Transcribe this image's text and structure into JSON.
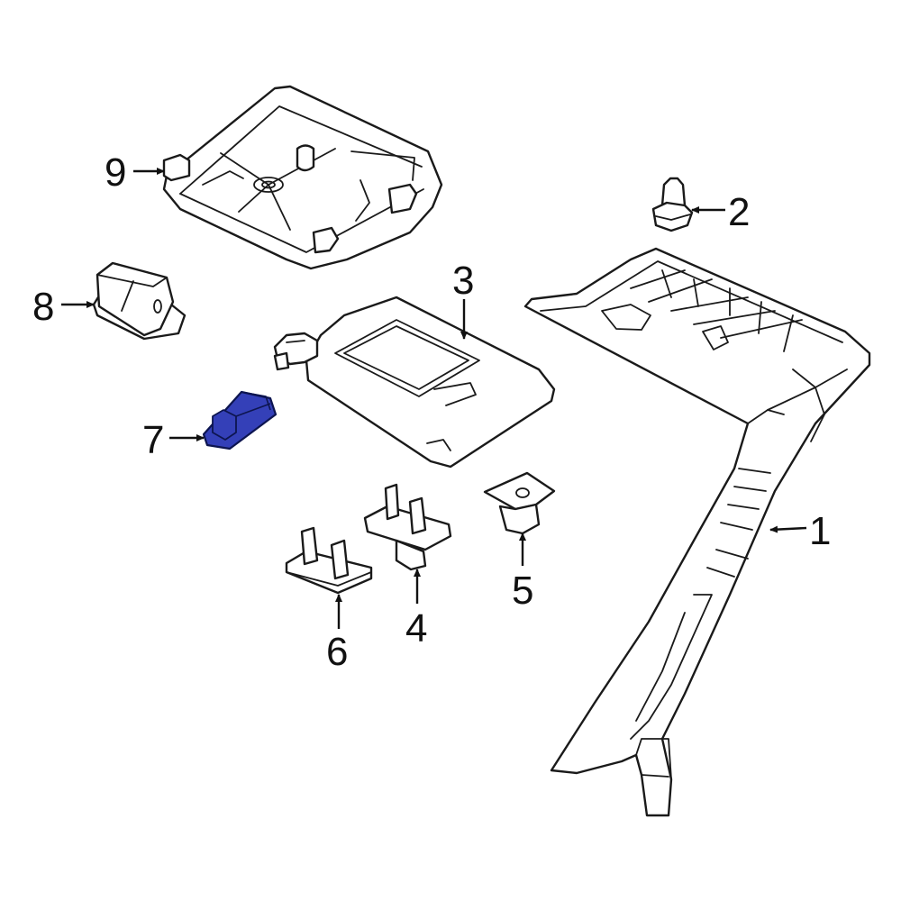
{
  "diagram": {
    "highlight_color": "#3440b8",
    "line_color": "#1a1a1a",
    "callouts": [
      {
        "id": "1",
        "label": "1"
      },
      {
        "id": "2",
        "label": "2"
      },
      {
        "id": "3",
        "label": "3"
      },
      {
        "id": "4",
        "label": "4"
      },
      {
        "id": "5",
        "label": "5"
      },
      {
        "id": "6",
        "label": "6"
      },
      {
        "id": "7",
        "label": "7",
        "highlighted": true
      },
      {
        "id": "8",
        "label": "8"
      },
      {
        "id": "9",
        "label": "9"
      }
    ]
  }
}
